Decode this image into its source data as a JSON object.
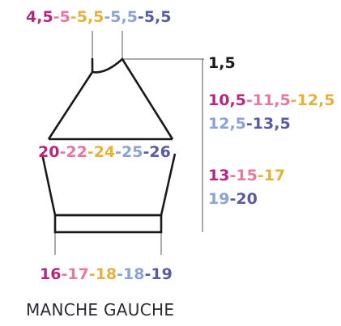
{
  "colors": {
    "size1": "#b8277d",
    "size2": "#e8789e",
    "size3": "#e6b13a",
    "size4": "#8aa3d1",
    "size5": "#5a5ba3",
    "black": "#1a1a1a",
    "separator": "#333333"
  },
  "measurements": {
    "top": [
      "4,5",
      "5",
      "5,5",
      "5,5",
      "5,5"
    ],
    "cap_height": [
      "1,5"
    ],
    "raglan_height_a": [
      "10,5",
      "11,5",
      "12,5"
    ],
    "raglan_height_b": [
      "12,5",
      "13,5"
    ],
    "width_upper": [
      "20",
      "22",
      "24",
      "25",
      "26"
    ],
    "sleeve_length_a": [
      "13",
      "15",
      "17"
    ],
    "sleeve_length_b": [
      "19",
      "20"
    ],
    "cuff_width": [
      "16",
      "17",
      "18",
      "18",
      "19"
    ]
  },
  "title": "MANCHE GAUCHE"
}
